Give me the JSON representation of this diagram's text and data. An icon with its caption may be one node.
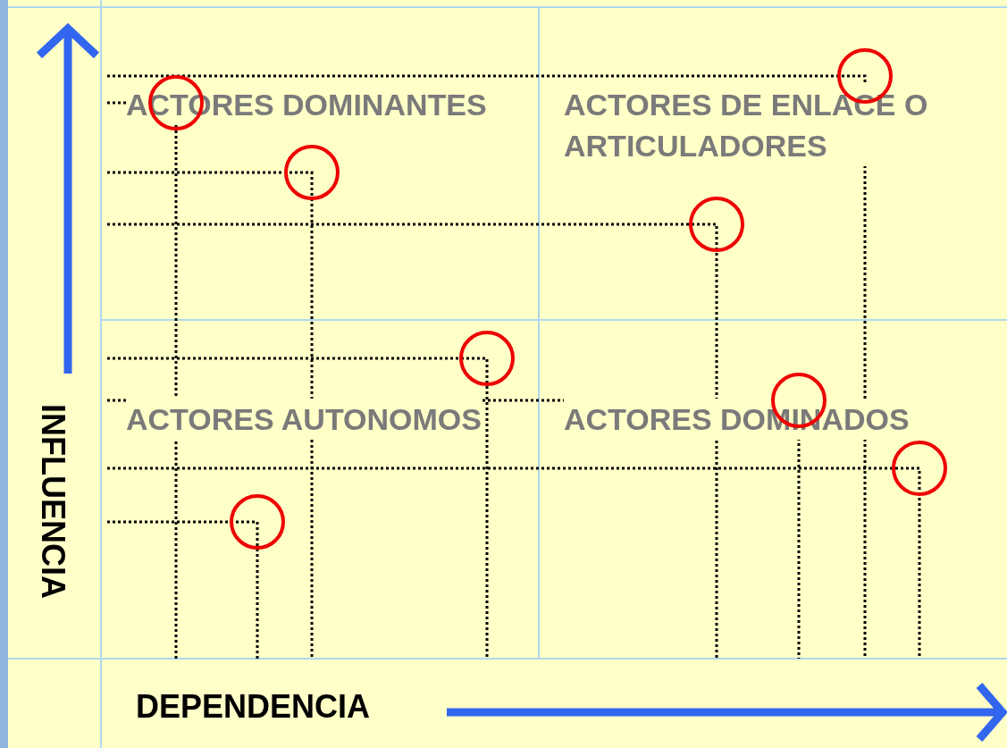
{
  "diagram": {
    "nodes": [
      {
        "text": [
          "ACTORES DOMINANTES"
        ]
      },
      {
        "text": [
          "ACTORES DE ENLACE O ARTICULADORES"
        ]
      },
      {
        "text": [
          "ACTORES AUTONOMOS"
        ]
      },
      {
        "text": [
          "ACTORES DOMINADOS"
        ]
      },
      {
        "text": [],
        "shape": "circle"
      },
      {
        "text": [],
        "shape": "circle"
      },
      {
        "text": [],
        "shape": "circle"
      },
      {
        "text": [],
        "shape": "circle"
      },
      {
        "text": [],
        "shape": "circle"
      },
      {
        "text": [],
        "shape": "circle"
      },
      {
        "text": [],
        "shape": "circle"
      },
      {
        "text": [],
        "shape": "circle"
      }
    ],
    "labels": [
      "INFLUENCIA",
      "DEPENDENCIA"
    ]
  }
}
